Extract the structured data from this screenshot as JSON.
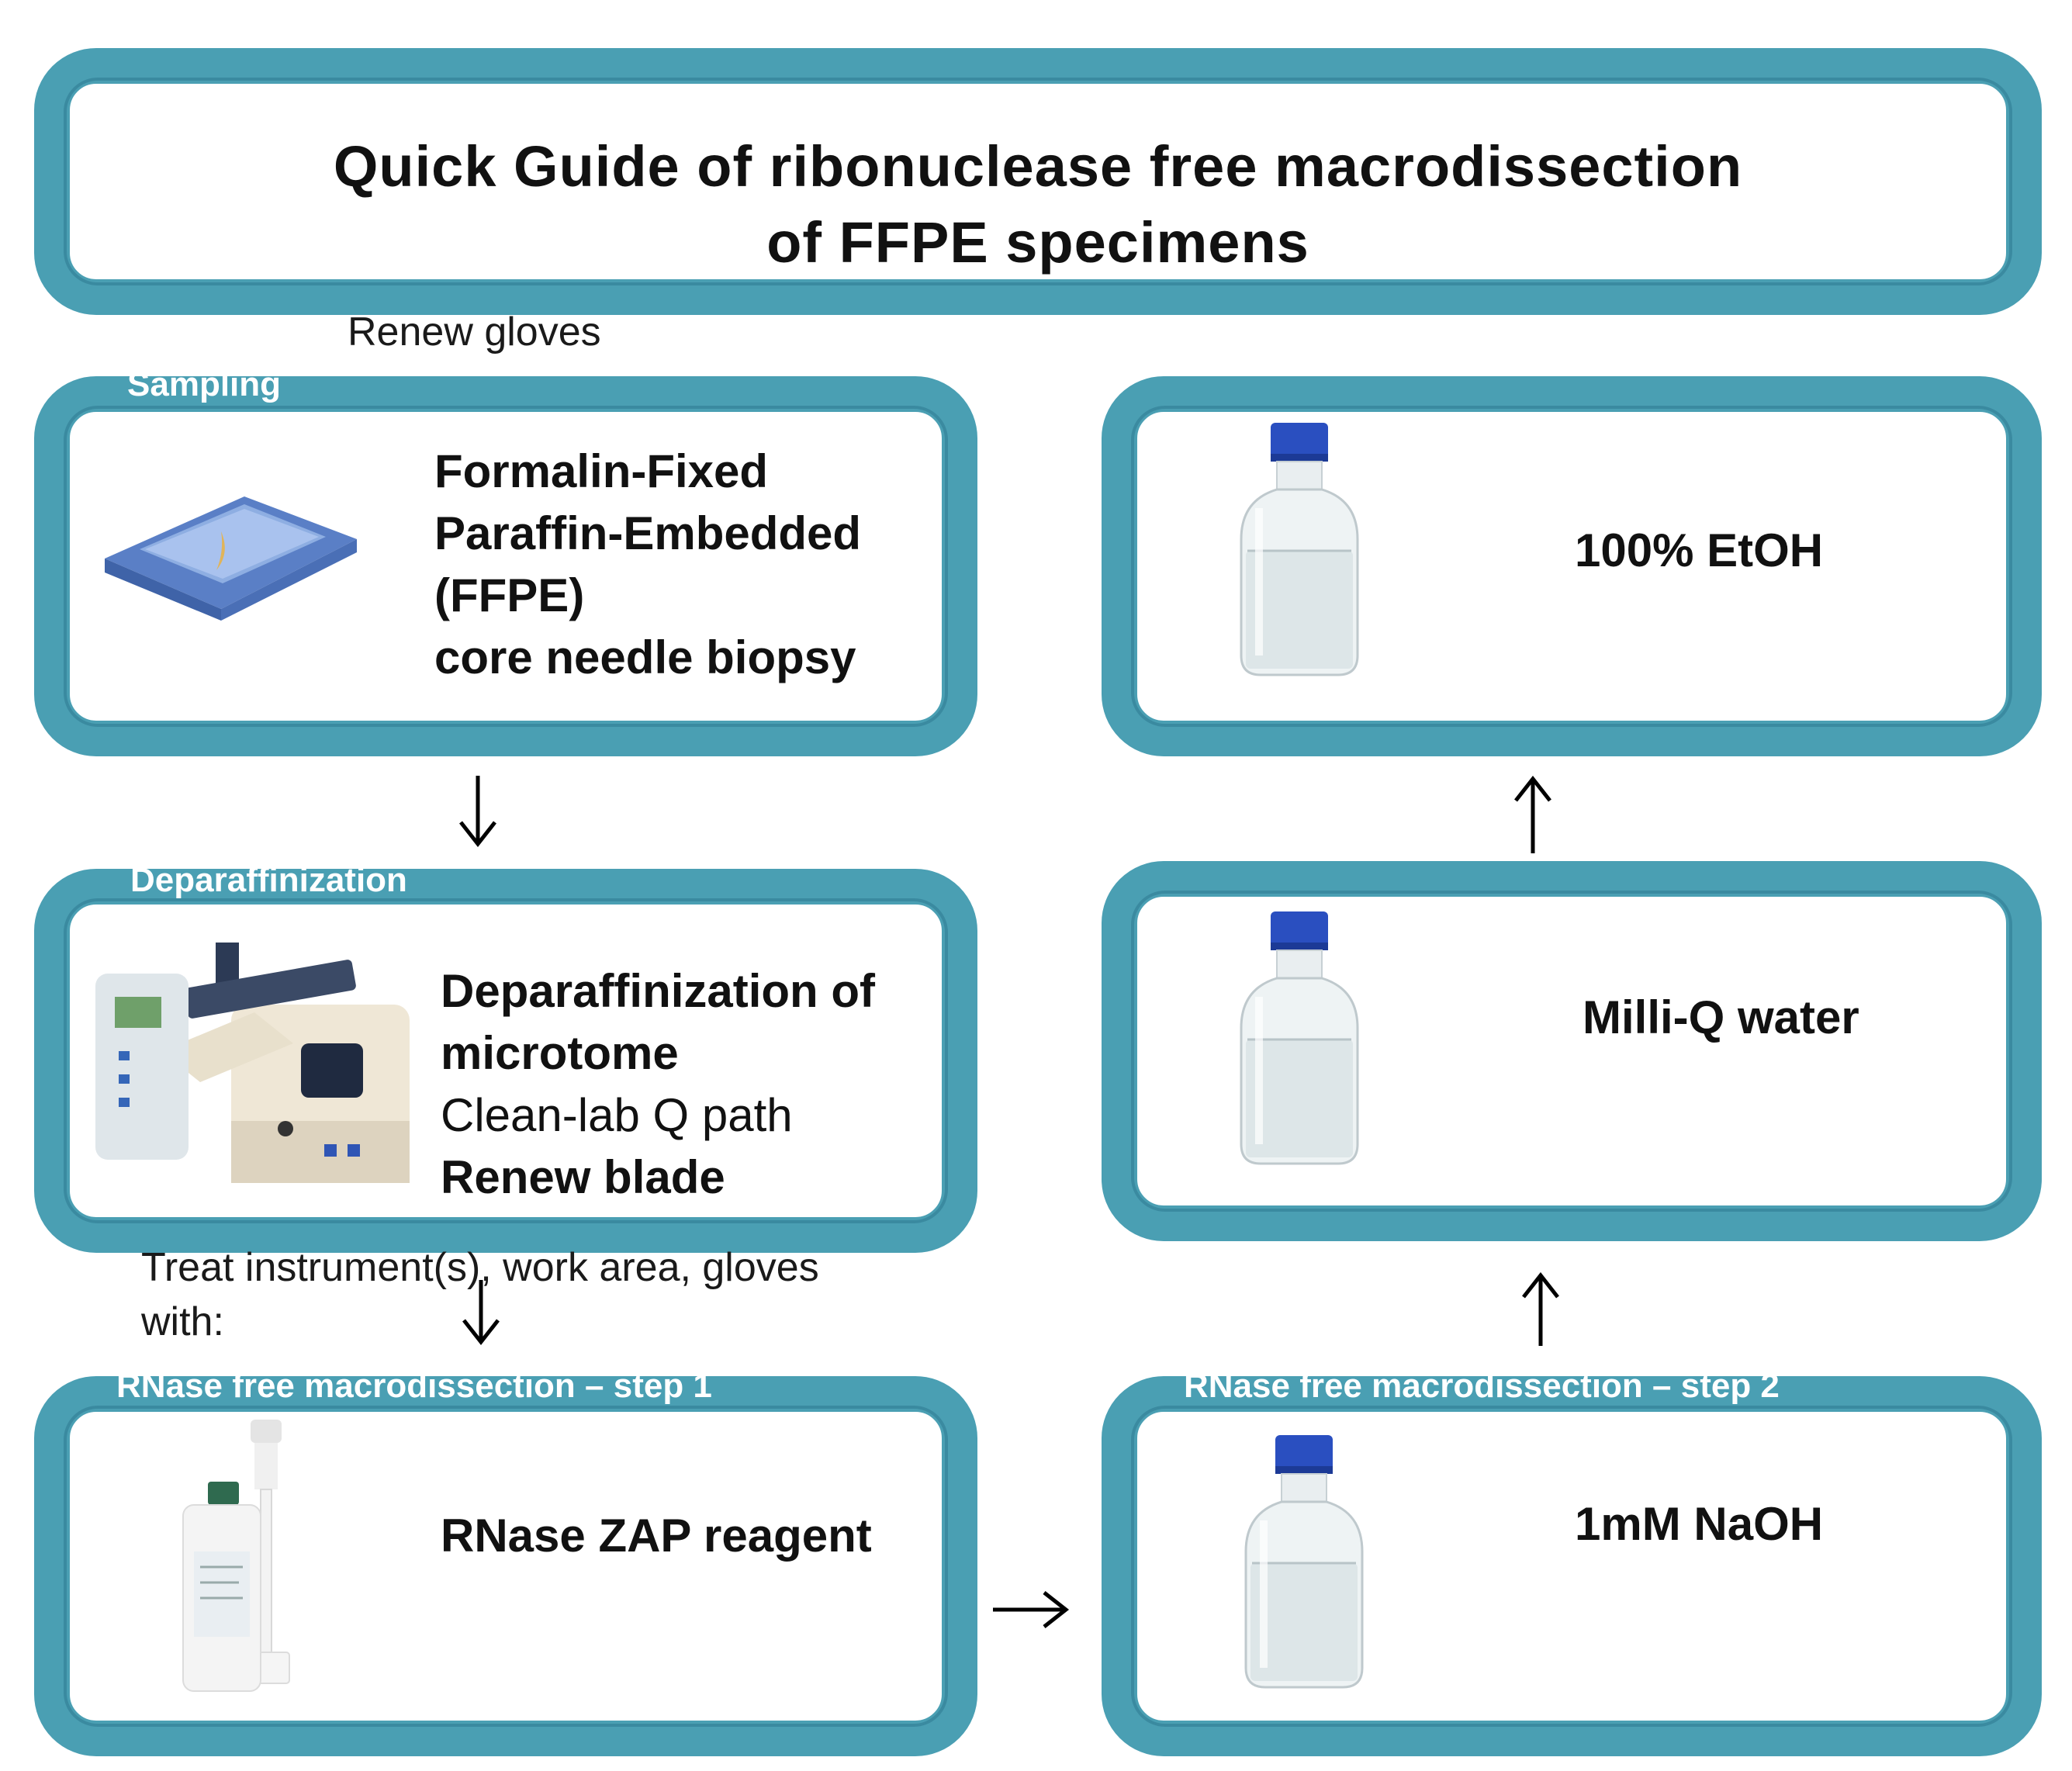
{
  "title": {
    "line1": "Quick Guide of ribonuclease free macrodissection",
    "line2": "of FFPE specimens"
  },
  "notes": {
    "renew_gloves": "Renew gloves",
    "treat_line1": "Treat instrument(s), work area, gloves",
    "treat_line2": "with:"
  },
  "steps": {
    "sampling": {
      "tab": "Sampling",
      "lines": [
        "Formalin-Fixed",
        "Paraffin-Embedded",
        "(FFPE)",
        "core needle biopsy"
      ]
    },
    "deparaffinization": {
      "tab": "Deparaffinization",
      "bold1": "Deparaffinization of",
      "bold2": "microtome",
      "normal": "Clean-lab Q path",
      "bold3": "Renew blade"
    },
    "step1": {
      "tab": "RNase free macrodissection – step 1",
      "text": "RNase ZAP reagent"
    },
    "step2": {
      "tab": "RNase free macrodissection – step 2",
      "text": "1mM NaOH"
    },
    "milliq": {
      "text": "Milli-Q water"
    },
    "etoh": {
      "text": "100% EtOH"
    }
  },
  "icons": [
    "slide-block-icon",
    "microtome-icon",
    "spray-bottle-icon",
    "reagent-bottle-icon"
  ],
  "colors": {
    "box_border": "#4a9fb3",
    "cap_blue": "#2a4fc0"
  }
}
